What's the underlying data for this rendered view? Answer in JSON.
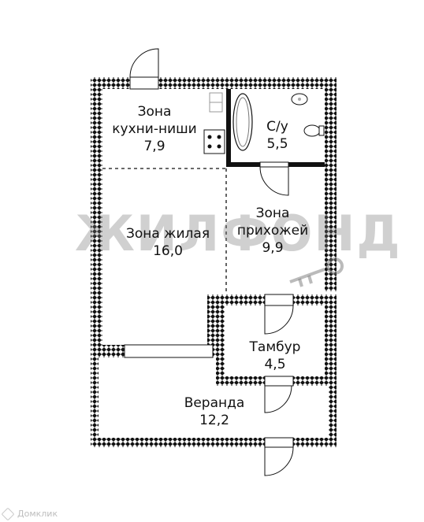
{
  "watermark": "ЖИЛФОНД",
  "logo": "Домклик",
  "rooms": [
    {
      "id": "kitchen",
      "name_lines": [
        "Зона",
        "кухни-ниши"
      ],
      "area": "7,9"
    },
    {
      "id": "bathroom",
      "name_lines": [
        "С/у"
      ],
      "area": "5,5"
    },
    {
      "id": "living",
      "name_lines": [
        "Зона жилая"
      ],
      "area": "16,0"
    },
    {
      "id": "hallway",
      "name_lines": [
        "Зона",
        "прихожей"
      ],
      "area": "9,9"
    },
    {
      "id": "vestibule",
      "name_lines": [
        "Тамбур"
      ],
      "area": "4,5"
    },
    {
      "id": "veranda",
      "name_lines": [
        "Веранда"
      ],
      "area": "12,2"
    }
  ],
  "colors": {
    "wall": "#111111",
    "hatch": "#ffffff",
    "text": "#111111"
  }
}
